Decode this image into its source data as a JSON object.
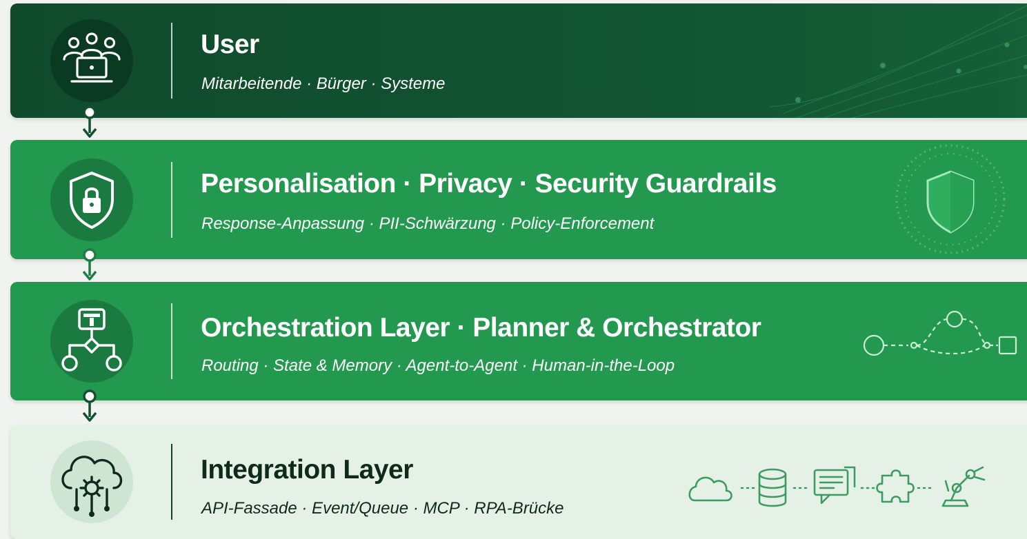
{
  "colors": {
    "dark_green": "#0f4a2c",
    "mid_green": "#23994f",
    "light_green": "#e5f1e7",
    "text_dark": "#0e2a1a"
  },
  "layers": [
    {
      "title": "User",
      "subtitle": "Mitarbeitende · Bürger · Systeme",
      "icon": "users-laptop-icon",
      "deco": "network-lines"
    },
    {
      "title": "Personalisation · Privacy · Security Guardrails",
      "subtitle": "Response-Anpassung · PII-Schwärzung · Policy-Enforcement",
      "icon": "shield-lock-icon",
      "deco": "shield-icon"
    },
    {
      "title": "Orchestration Layer  · Planner & Orchestrator",
      "subtitle": "Routing  · State & Memory  · Agent-to-Agent  · Human-in-the-Loop",
      "icon": "orchestrator-flow-icon",
      "deco": "workflow-path-icon"
    },
    {
      "title": "Integration Layer",
      "subtitle": "API-Fassade  · Event/Queue   · MCP · RPA-Brücke",
      "icon": "cloud-gear-icon",
      "deco_icons": [
        "cloud-icon",
        "database-icon",
        "chat-icon",
        "puzzle-icon",
        "robot-arm-icon"
      ]
    }
  ]
}
